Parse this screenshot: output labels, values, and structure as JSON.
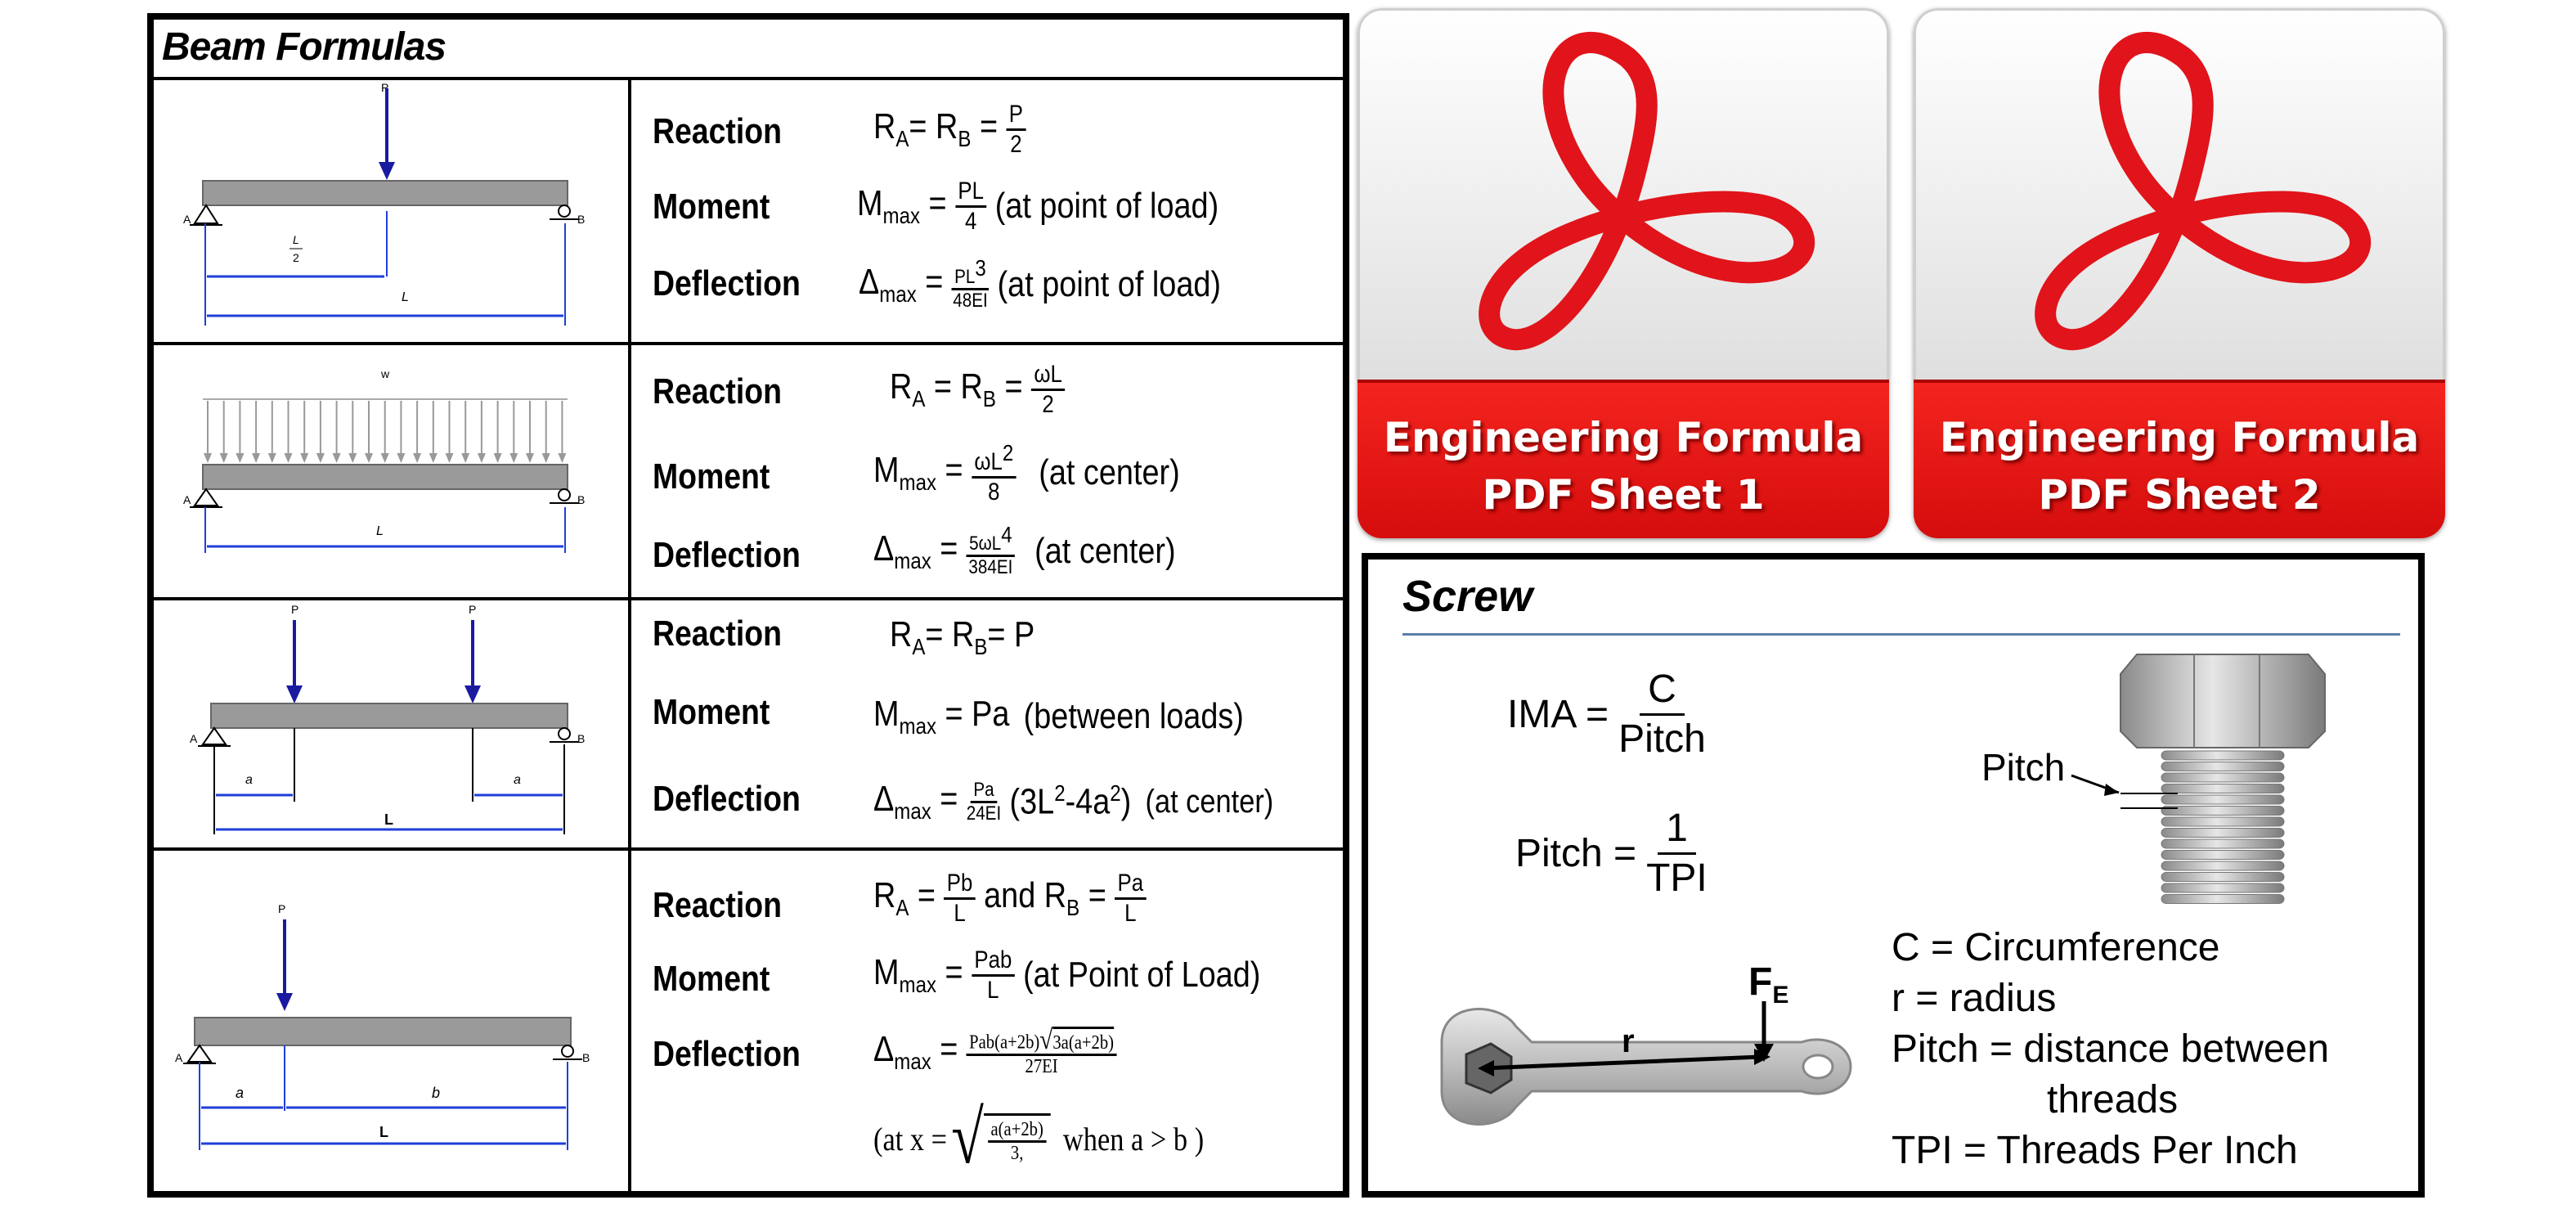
{
  "beam": {
    "title": "Beam Formulas",
    "rows": [
      {
        "reaction_label": "Reaction",
        "moment_label": "Moment",
        "deflection_label": "Deflection",
        "diagram": {
          "load": "P",
          "left": "A",
          "right": "B",
          "half": "L",
          "half_den": "2",
          "span": "L"
        },
        "reaction": {
          "lhs": "R",
          "sub_a": "A",
          "eq": "= R",
          "sub_b": "B",
          "eq2": "=",
          "num": "P",
          "den": "2"
        },
        "moment": {
          "lhs": "M",
          "sub": "max",
          "eq": "=",
          "num": "PL",
          "den": "4",
          "note": "(at point of load)"
        },
        "deflection": {
          "lhs": "Δ",
          "sub": "max",
          "eq": "=",
          "num": "PL",
          "num_sup": "3",
          "den": "48EI",
          "note": "(at point of load)"
        }
      },
      {
        "reaction_label": "Reaction",
        "moment_label": "Moment",
        "deflection_label": "Deflection",
        "diagram": {
          "load": "w",
          "left": "A",
          "right": "B",
          "span": "L"
        },
        "reaction": {
          "lhs": "R",
          "sub_a": "A",
          "eq": "= R",
          "sub_b": "B",
          "eq2": "=",
          "num": "ωL",
          "den": "2"
        },
        "moment": {
          "lhs": "M",
          "sub": "max",
          "eq": "=",
          "num": "ωL",
          "num_sup": "2",
          "den": "8",
          "note": "(at center)"
        },
        "deflection": {
          "lhs": "Δ",
          "sub": "max",
          "eq": "=",
          "num": "5ωL",
          "num_sup": "4",
          "den": "384EI",
          "note": "(at center)"
        }
      },
      {
        "reaction_label": "Reaction",
        "moment_label": "Moment",
        "deflection_label": "Deflection",
        "diagram": {
          "load1": "P",
          "load2": "P",
          "left": "A",
          "right": "B",
          "a1": "a",
          "a2": "a",
          "span": "L"
        },
        "reaction": {
          "text": "R",
          "sub_a": "A",
          "eq": "= R",
          "sub_b": "B",
          "tail": "= P"
        },
        "moment": {
          "lhs": "M",
          "sub": "max",
          "tail": "= Pa",
          "note": "(between loads)"
        },
        "deflection": {
          "lhs": "Δ",
          "sub": "max",
          "eq": "=",
          "num": "Pa",
          "den": "24EI",
          "paren_open": "(3L",
          "sup1": "2",
          "mid": "-4a",
          "sup2": "2",
          "paren_close": ")",
          "note": "(at center)"
        }
      },
      {
        "reaction_label": "Reaction",
        "moment_label": "Moment",
        "deflection_label": "Deflection",
        "diagram": {
          "load": "P",
          "left": "A",
          "right": "B",
          "a": "a",
          "b": "b",
          "span": "L"
        },
        "reaction": {
          "lhs": "R",
          "sub_a": "A",
          "eq": "=",
          "num_a": "Pb",
          "den_a": "L",
          "and": "and R",
          "sub_b": "B",
          "eq2": "=",
          "num_b": "Pa",
          "den_b": "L"
        },
        "moment": {
          "lhs": "M",
          "sub": "max",
          "eq": "=",
          "num": "Pab",
          "den": "L",
          "note": "(at Point of Load)"
        },
        "deflection": {
          "lhs": "Δ",
          "sub": "max",
          "eq": "=",
          "num": "Pab(a+2b)",
          "num_root": "3a(a+2b)",
          "den": "27EI"
        },
        "location": {
          "prefix": "(at  x =",
          "root_num": "a(a+2b)",
          "root_den": "3,",
          "suffix": "when a > b )"
        }
      }
    ]
  },
  "pdf_tiles": [
    {
      "line1": "Engineering Formula",
      "line2": "PDF Sheet 1"
    },
    {
      "line1": "Engineering Formula",
      "line2": "PDF Sheet 2"
    }
  ],
  "screw": {
    "title": "Screw",
    "ima": {
      "lhs": "IMA =",
      "num": "C",
      "den": "Pitch"
    },
    "pitch": {
      "lhs": "Pitch =",
      "num": "1",
      "den": "TPI"
    },
    "pitch_label": "Pitch",
    "force_label": "F",
    "force_sub": "E",
    "radius_label": "r",
    "definitions": [
      "C = Circumference",
      "r = radius",
      "Pitch  = distance between",
      "threads",
      "TPI = Threads Per Inch"
    ]
  },
  "colors": {
    "pdf_red": "#e0141a",
    "load_arrow": "#1a1aa0",
    "dim_line": "#1f3fd8",
    "beam": "#9a9a9a"
  }
}
